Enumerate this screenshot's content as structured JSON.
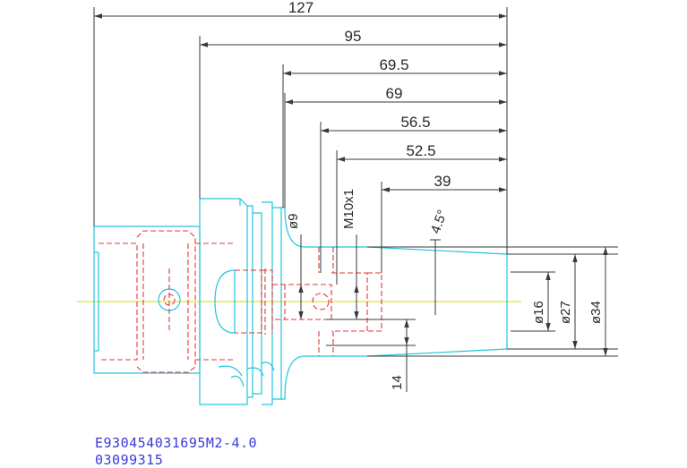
{
  "colors": {
    "outline": "#22c5de",
    "hidden": "#e8343a",
    "centerline": "#d8d800",
    "dimension": "#3a3a3a",
    "code": "#3a3ad8",
    "background": "#ffffff"
  },
  "dimensions": {
    "total_length": "127",
    "flange_length": "95",
    "bore_length_1": "69.5",
    "bore_length_2": "69",
    "thread_depth": "56.5",
    "counterbore_depth": "52.5",
    "bore_depth": "39",
    "side_hole_dia": "ø9",
    "thread_size": "M10x1",
    "taper_angle": "4.5°",
    "nose_dia_small": "ø16",
    "nose_dia_mid": "ø27",
    "nose_dia_large": "ø34",
    "hole_offset": "14"
  },
  "part": {
    "code": "E930454031695M2-4.0",
    "serial": "03099315"
  }
}
